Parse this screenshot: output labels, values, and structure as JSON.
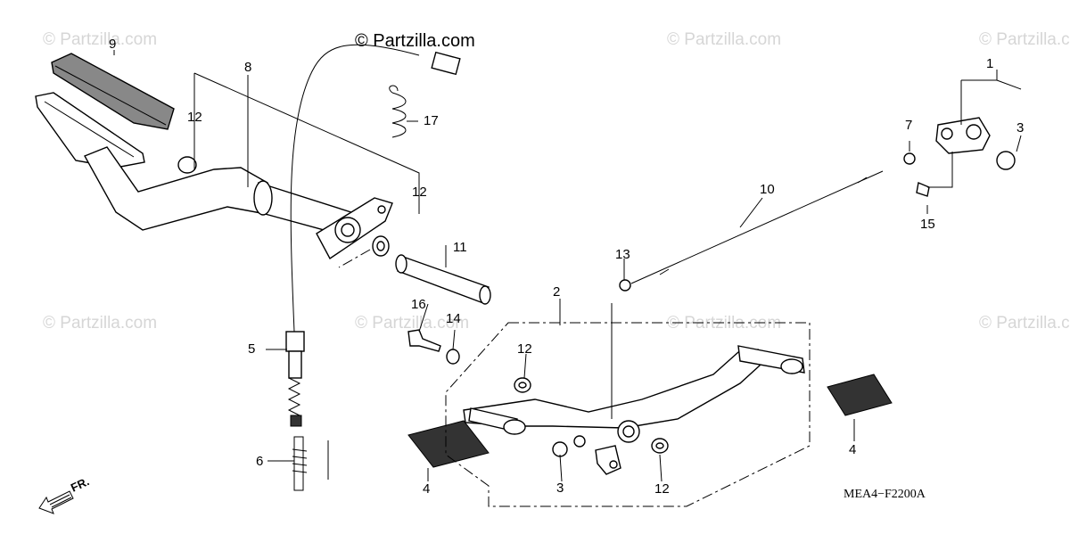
{
  "watermark": {
    "main": "© Partzilla.com",
    "faint": "© Partzilla.com"
  },
  "diagram_code": "MEA4−F2200A",
  "direction_label": "FR.",
  "callouts": {
    "p1": "1",
    "p2": "2",
    "p3a": "3",
    "p3b": "3",
    "p4a": "4",
    "p4b": "4",
    "p5": "5",
    "p6": "6",
    "p7": "7",
    "p8": "8",
    "p9": "9",
    "p10": "10",
    "p11": "11",
    "p12a": "12",
    "p12b": "12",
    "p12c": "12",
    "p12d": "12",
    "p13": "13",
    "p14": "14",
    "p15": "15",
    "p16": "16",
    "p17": "17"
  }
}
